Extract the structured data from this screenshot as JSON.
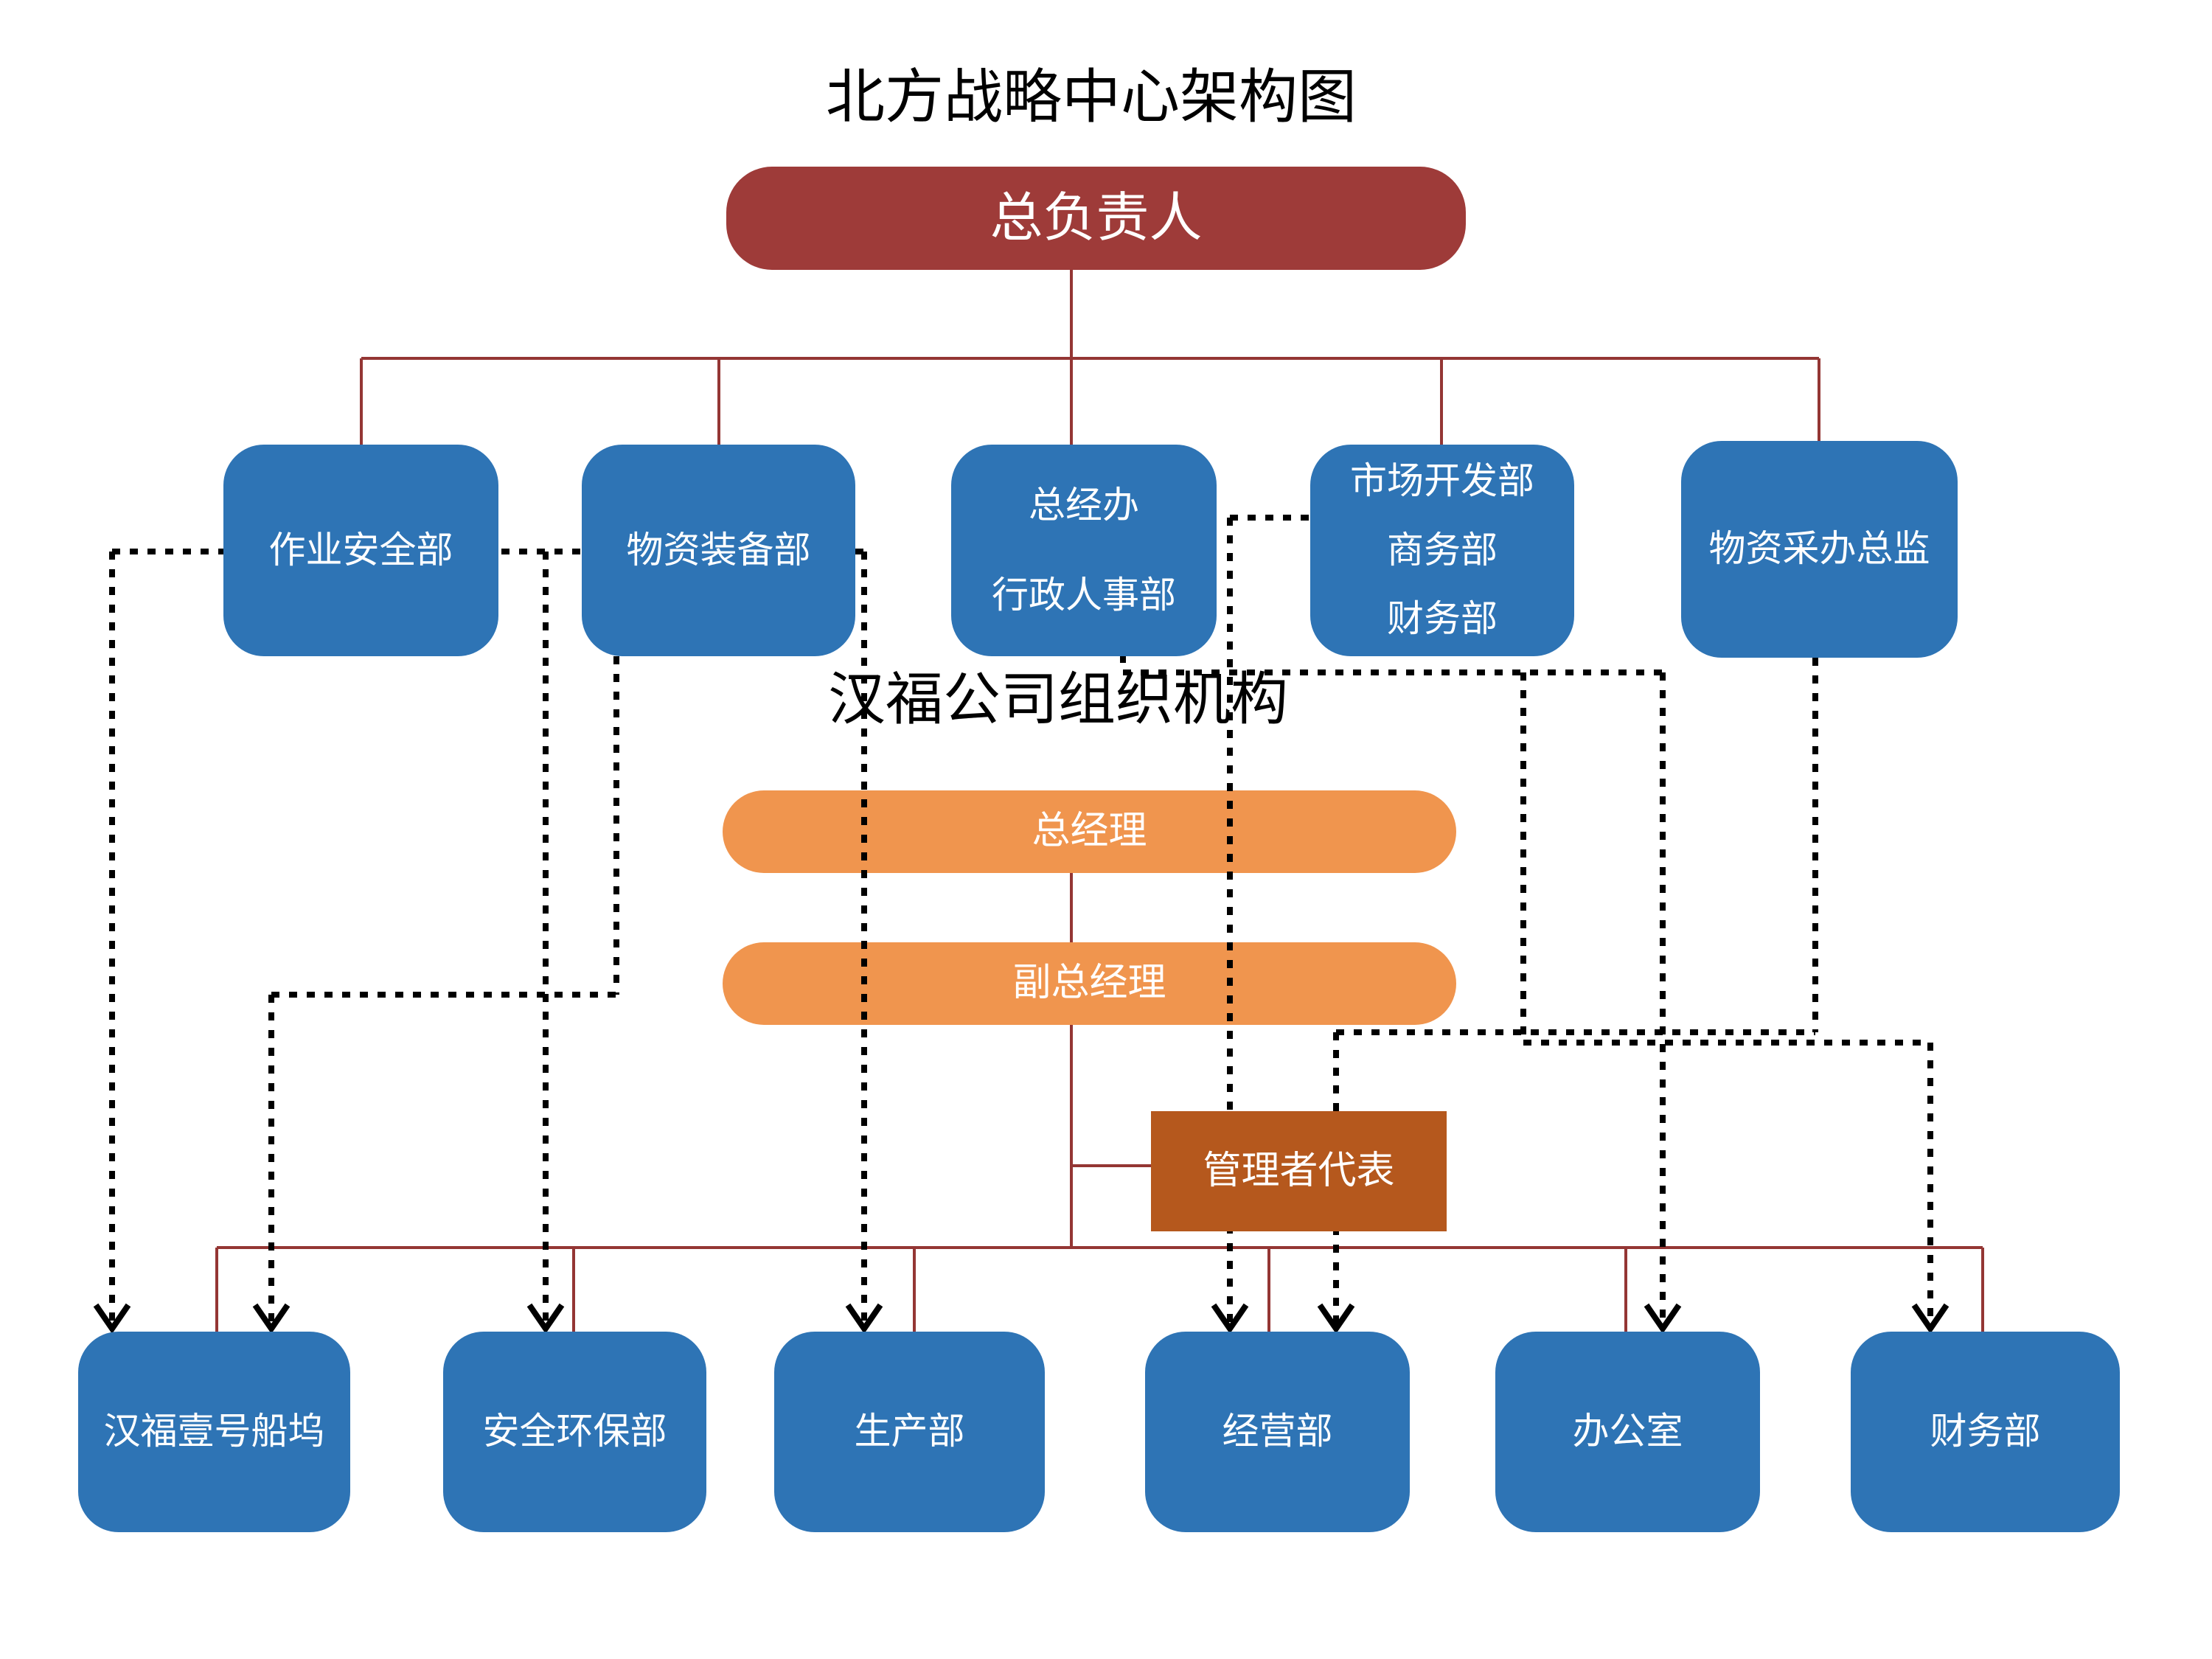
{
  "titles": {
    "top": "北方战略中心架构图",
    "section": "汉福公司组织机构"
  },
  "root": {
    "label": "总负责人"
  },
  "top_row": [
    {
      "label": "作业安全部"
    },
    {
      "label": "物资装备部"
    },
    {
      "lines": [
        "总经办",
        "行政人事部"
      ]
    },
    {
      "lines": [
        "市场开发部",
        "商务部",
        "财务部"
      ]
    },
    {
      "label": "物资采办总监"
    }
  ],
  "middle": {
    "general_manager": {
      "label": "总经理"
    },
    "deputy_general_manager": {
      "label": "副总经理"
    },
    "management_representative": {
      "label": "管理者代表"
    }
  },
  "bottom_row": [
    {
      "label": "汉福壹号船坞"
    },
    {
      "label": "安全环保部"
    },
    {
      "label": "生产部"
    },
    {
      "label": "经营部"
    },
    {
      "label": "办公室"
    },
    {
      "label": "财务部"
    }
  ],
  "colors": {
    "department_blue": "#2E74B5",
    "root_dark_red": "#9E3B39",
    "connector_red": "#943634",
    "manager_orange": "#F0954E",
    "representative_brown": "#B5581D",
    "dotted_black": "#000000",
    "text_white": "#FFFFFF",
    "title_black": "#000000"
  }
}
